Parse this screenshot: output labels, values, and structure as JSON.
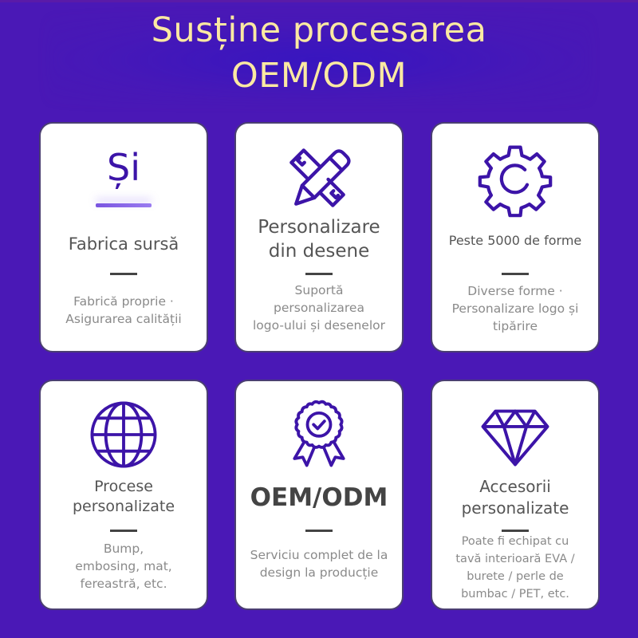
{
  "header": {
    "title_line1": "Susține procesarea",
    "title_line2": "OEM/ODM"
  },
  "colors": {
    "background": "#4a18b6",
    "title": "#fbe9a2",
    "icon": "#3c14a8",
    "card_title": "#555555",
    "card_desc": "#8a8a8a"
  },
  "cards": [
    {
      "icon": "si-logo",
      "icon_text": "Și",
      "title": "Fabrica sursă",
      "description_lines": [
        "Fabrică proprie ·",
        "Asigurarea calității"
      ]
    },
    {
      "icon": "pencil-ruler-icon",
      "title_lines": [
        "Personalizare",
        "din desene"
      ],
      "description_lines": [
        "Suportă",
        "personalizarea",
        "logo-ului și desenelor"
      ]
    },
    {
      "icon": "gear-icon",
      "title": "Peste 5000 de forme",
      "description_lines": [
        "Diverse forme ·",
        "Personalizare logo și",
        "tipărire"
      ]
    },
    {
      "icon": "globe-icon",
      "title_lines": [
        "Procese",
        "personalizate"
      ],
      "description_lines": [
        "Bump,",
        "embosing, mat,",
        "fereastră, etc."
      ]
    },
    {
      "icon": "award-badge-icon",
      "title": "OEM/ODM",
      "description_lines": [
        "Serviciu complet de la",
        "design la producție"
      ]
    },
    {
      "icon": "diamond-icon",
      "title_lines": [
        "Accesorii",
        "personalizate"
      ],
      "description_lines": [
        "Poate fi echipat cu",
        "tavă interioară EVA /",
        "burete / perle de",
        "bumbac / PET, etc."
      ]
    }
  ]
}
